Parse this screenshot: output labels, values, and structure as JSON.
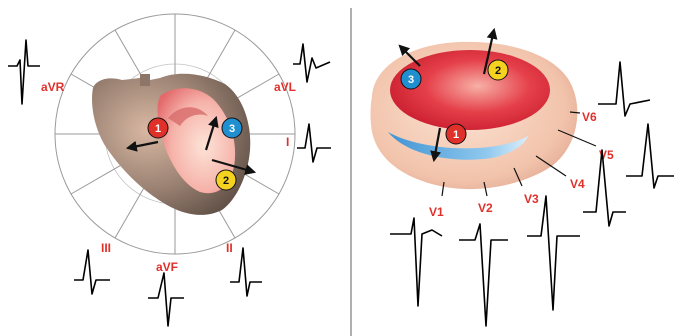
{
  "colors": {
    "lead_label": "#e0302a",
    "trace": "#000000",
    "hexaxial_lines": "#9a9a9a",
    "divider": "#7a7a7a",
    "badge_1": "#e0302a",
    "badge_2": "#f5d21f",
    "badge_3": "#1f8fd0",
    "heart_outer": "#7e6a5e",
    "heart_inner": "#f2a5a0",
    "ventricle_skin": "#f1c6b0",
    "ventricle_cavity": "#d8202a",
    "septum_blue": "#5aa8dc"
  },
  "frontal_plane": {
    "leads": [
      {
        "id": "avr",
        "label": "aVR"
      },
      {
        "id": "avl",
        "label": "aVL"
      },
      {
        "id": "i",
        "label": "I"
      },
      {
        "id": "ii",
        "label": "II"
      },
      {
        "id": "avf",
        "label": "aVF"
      },
      {
        "id": "iii",
        "label": "III"
      }
    ],
    "vectors": [
      {
        "id": "v1",
        "label": "1"
      },
      {
        "id": "v2",
        "label": "2"
      },
      {
        "id": "v3",
        "label": "3"
      }
    ]
  },
  "horizontal_plane": {
    "leads": [
      {
        "id": "v1",
        "label": "V1"
      },
      {
        "id": "v2",
        "label": "V2"
      },
      {
        "id": "v3",
        "label": "V3"
      },
      {
        "id": "v4",
        "label": "V4"
      },
      {
        "id": "v5",
        "label": "V5"
      },
      {
        "id": "v6",
        "label": "V6"
      }
    ],
    "vectors": [
      {
        "id": "v1",
        "label": "1"
      },
      {
        "id": "v2",
        "label": "2"
      },
      {
        "id": "v3",
        "label": "3"
      }
    ]
  }
}
